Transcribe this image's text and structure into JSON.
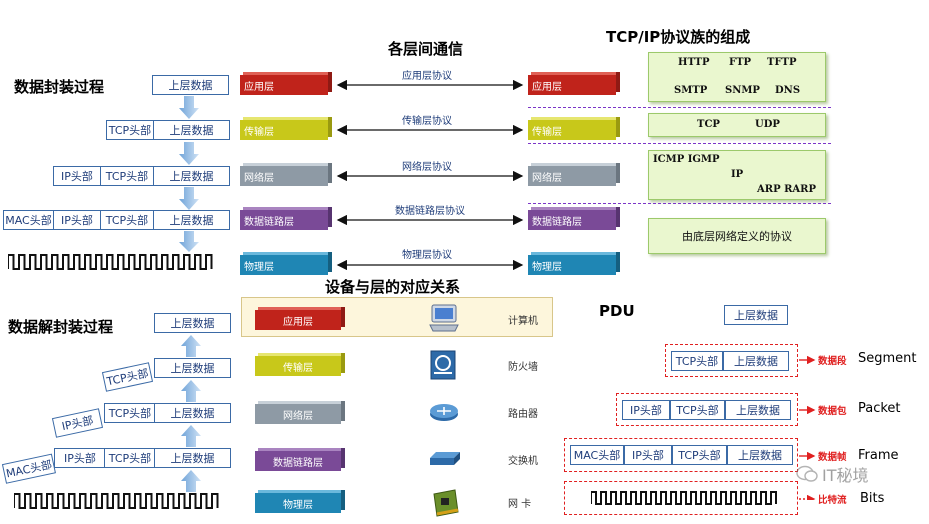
{
  "titles": {
    "encap": "数据封装过程",
    "comm": "各层间通信",
    "tcpip": "TCP/IP协议族的组成",
    "mapping": "设备与层的对应关系",
    "decap": "数据解封装过程",
    "pdu": "PDU"
  },
  "headers": {
    "upper": "上层数据",
    "tcp": "TCP头部",
    "ip": "IP头部",
    "mac": "MAC头部"
  },
  "layers": [
    "应用层",
    "传输层",
    "网络层",
    "数据链路层",
    "物理层"
  ],
  "protocols": [
    "应用层协议",
    "传输层协议",
    "网络层协议",
    "数据链路层协议",
    "物理层协议"
  ],
  "tcpip_groups": {
    "app_row1": [
      "HTTP",
      "FTP",
      "TFTP"
    ],
    "app_row2": [
      "SMTP",
      "SNMP",
      "DNS"
    ],
    "transport": [
      "TCP",
      "UDP"
    ],
    "network_row1": "ICMP  IGMP",
    "network_row2": "IP",
    "network_row3": "ARP  RARP",
    "link": "由底层网络定义的协议"
  },
  "devices": [
    "计算机",
    "防火墙",
    "路由器",
    "交换机",
    "网  卡"
  ],
  "pdu_rows": [
    {
      "cn": "数据段",
      "en": "Segment"
    },
    {
      "cn": "数据包",
      "en": "Packet"
    },
    {
      "cn": "数据帧",
      "en": "Frame"
    },
    {
      "cn": "比特流",
      "en": "Bits"
    }
  ],
  "watermark": "IT秘境",
  "colors": {
    "app": "#c0231b",
    "transport": "#c8c81a",
    "network": "#8e9aa5",
    "link": "#7a4a97",
    "physical": "#1f86b4",
    "box_border": "#3b6aa6",
    "arrow_blue": "#9cc3e6",
    "purple_dash": "#7b35c8",
    "red": "#e02020"
  }
}
